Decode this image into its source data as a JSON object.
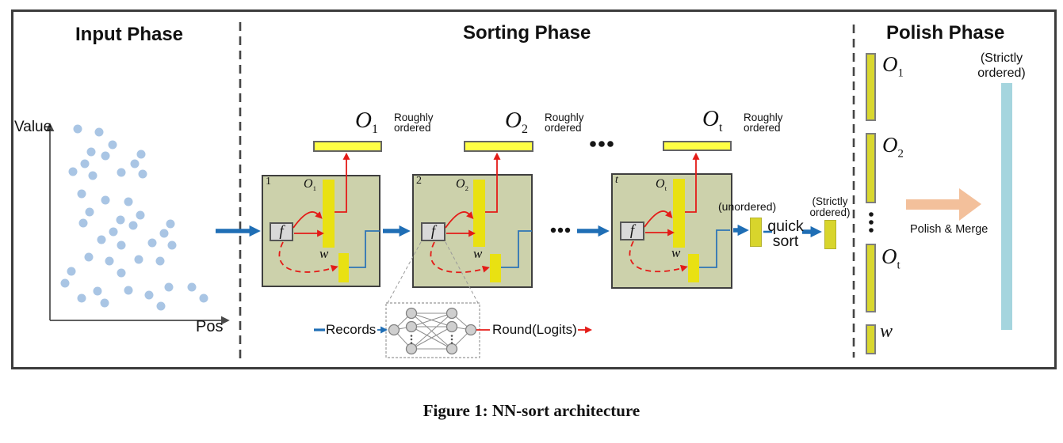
{
  "caption": "Figure 1: NN-sort architecture",
  "input_phase": {
    "title": "Input Phase",
    "y_axis_label": "Value",
    "x_axis_label": "Pos",
    "scatter_points": [
      [
        98,
        163
      ],
      [
        125,
        167
      ],
      [
        142,
        183
      ],
      [
        115,
        192
      ],
      [
        133,
        197
      ],
      [
        107,
        207
      ],
      [
        170,
        207
      ],
      [
        178,
        195
      ],
      [
        92,
        217
      ],
      [
        117,
        222
      ],
      [
        153,
        218
      ],
      [
        180,
        220
      ],
      [
        103,
        245
      ],
      [
        133,
        253
      ],
      [
        162,
        255
      ],
      [
        113,
        268
      ],
      [
        177,
        272
      ],
      [
        105,
        282
      ],
      [
        152,
        278
      ],
      [
        168,
        285
      ],
      [
        215,
        283
      ],
      [
        143,
        293
      ],
      [
        207,
        295
      ],
      [
        128,
        303
      ],
      [
        153,
        310
      ],
      [
        192,
        307
      ],
      [
        217,
        310
      ],
      [
        112,
        325
      ],
      [
        138,
        330
      ],
      [
        175,
        328
      ],
      [
        202,
        330
      ],
      [
        90,
        343
      ],
      [
        153,
        345
      ],
      [
        82,
        358
      ],
      [
        123,
        368
      ],
      [
        162,
        367
      ],
      [
        188,
        373
      ],
      [
        213,
        363
      ],
      [
        242,
        363
      ],
      [
        103,
        377
      ],
      [
        132,
        383
      ],
      [
        203,
        387
      ],
      [
        257,
        377
      ]
    ]
  },
  "sorting_phase": {
    "title": "Sorting Phase",
    "roughly_ordered": "Roughly ordered",
    "models": [
      {
        "index": "1",
        "f_label": "f",
        "inner_output": {
          "base": "O",
          "sub": "1"
        },
        "w_label": "w",
        "out_bar": {
          "base": "O",
          "sub": "1"
        }
      },
      {
        "index": "2",
        "f_label": "f",
        "inner_output": {
          "base": "O",
          "sub": "2"
        },
        "w_label": "w",
        "out_bar": {
          "base": "O",
          "sub": "2"
        }
      },
      {
        "index": "t",
        "f_label": "f",
        "inner_output": {
          "base": "O",
          "sub": "t"
        },
        "w_label": "w",
        "out_bar": {
          "base": "O",
          "sub": "t"
        }
      }
    ],
    "unordered_label": "(unordered)",
    "quick_sort_label": "quick sort",
    "strictly_ordered_label": "(Strictly ordered)",
    "nn_input_label": "Records",
    "nn_output_label": "Round(Logits)"
  },
  "polish_phase": {
    "title": "Polish Phase",
    "strictly_ordered_label": "(Strictly ordered)",
    "bars": [
      {
        "base": "O",
        "sub": "1"
      },
      {
        "base": "O",
        "sub": "2"
      },
      {
        "base": "O",
        "sub": "t"
      },
      {
        "base": "w",
        "sub": ""
      }
    ],
    "arrow_label": "Polish & Merge"
  },
  "colors": {
    "arrow_blue": "#1f6eb5",
    "arrow_red": "#e41b17",
    "box_green": "#ccd1ab",
    "inner_bar_yellow": "#e9e112",
    "output_bar_yellow": "#ffff45",
    "polish_bar_yellow": "#d9d72f",
    "strict_bar_blue": "#a5d5de",
    "merge_arrow_orange": "#f3c09b",
    "scatter_dot_blue": "#a9c5e4"
  }
}
